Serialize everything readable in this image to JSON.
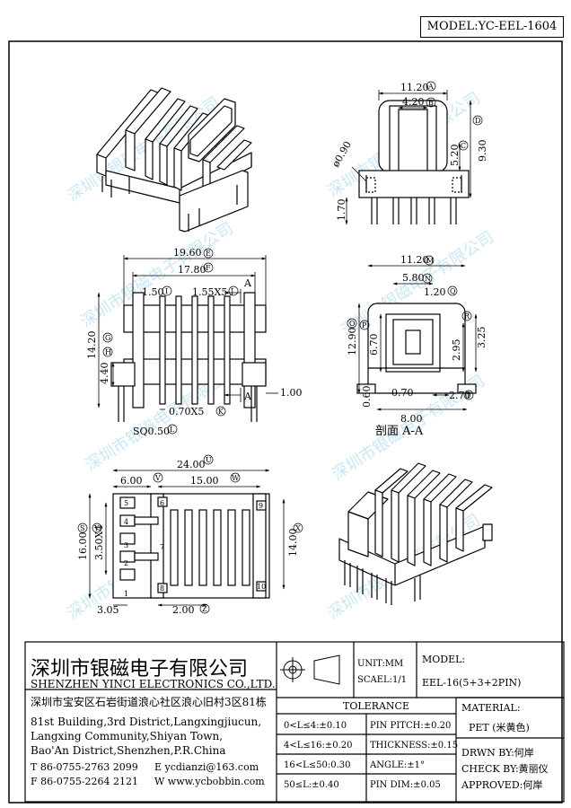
{
  "model_header": "MODEL:YC-EEL-1604",
  "views": {
    "top_right": {
      "dims": {
        "width": "11.20",
        "inner": "4.20",
        "pin_dia": "ø0.90",
        "c": "5.20",
        "h": "9.30",
        "foot": "1.70"
      },
      "refs": {
        "width": "A",
        "inner": "B",
        "c": "C",
        "h": "D"
      }
    },
    "front": {
      "dims": {
        "total": "19.60",
        "flange": "17.80",
        "left": "1.50",
        "slots": "1.55X5",
        "height": "14.20",
        "pin_h": "4.40",
        "rib": "0.70X5",
        "sq": "SQ0.50",
        "right": "1.00"
      },
      "refs": {
        "total": "E",
        "flange": "F",
        "left": "I",
        "slots": "J",
        "height": "G",
        "pin_h": "H",
        "rib": "K",
        "sq": "L"
      },
      "section_mark": "A"
    },
    "section": {
      "dims": {
        "width": "11.20",
        "inner": "5.80",
        "wall": "1.20",
        "outer_h": "12.90",
        "inner_h": "6.70",
        "d1": "2.95",
        "d2": "3.25",
        "foot": "0.60",
        "slot": "0.70",
        "base": "8.00",
        "pin": "2.70"
      },
      "refs": {
        "width": "M",
        "inner": "N",
        "wall": "Q",
        "outer_h": "O",
        "inner_h": "P",
        "d1": "R",
        "d2": "",
        "foot": "",
        "slot": "",
        "base": "",
        "pin": "T"
      },
      "caption": "剖面 A-A"
    },
    "bottom": {
      "dims": {
        "total": "24.00",
        "left": "6.00",
        "pitch": "15.00",
        "height": "16.00",
        "pins": "3.50X4",
        "inner_h": "14.00",
        "foot": "3.05",
        "gap": "2.00"
      },
      "refs": {
        "total": "U",
        "left": "V",
        "pitch": "W",
        "height": "S",
        "pins": "Y",
        "inner_h": "X",
        "gap": "Z"
      },
      "pin_numbers": [
        "1",
        "2",
        "3",
        "4",
        "5",
        "6",
        "7",
        "8",
        "9",
        "10"
      ]
    }
  },
  "watermark": "深圳市银磁电子有限公司",
  "title_block": {
    "company_cn": "深圳市银磁电子有限公司",
    "company_en": "SHENZHEN YINCI ELECTRONICS CO.,LTD.",
    "address_cn": "深圳市宝安区石岩街道浪心社区浪心旧村3区81栋",
    "address_en": [
      "81st Building,3rd District,Langxingjiucun,",
      "Langxing Community,Shiyan Town,",
      "Bao'An District,Shenzhen,P.R.China"
    ],
    "tel": "T 86-0755-2763 2099",
    "fax": "F 86-0755-2264 2121",
    "email": "E ycdianzi@163.com",
    "web": "W www.ycbobbin.com",
    "unit": "UNIT:MM",
    "scale": "SCAEL:1/1",
    "model_label": "MODEL:",
    "model_value": "EEL-16(5+3+2PIN)",
    "tolerance_title": "TOLERANCE",
    "tolerances_left": [
      "0<L≤4:±0.10",
      "4<L≤16:±0.20",
      "16<L≤50:0.30",
      "50≤L:±0.40"
    ],
    "tolerances_right": [
      "PIN PITCH:±0.20",
      "THICKNESS:±0.15",
      "ANGLE:±1°",
      "PIN DIM:±0.05"
    ],
    "material_label": "MATERIAL:",
    "material_value": "PET (米黄色)",
    "drawn_by": "DRWN BY:何岸",
    "check_by": "CHECK BY:黄丽仪",
    "approved": "APPROVED:何岸"
  }
}
